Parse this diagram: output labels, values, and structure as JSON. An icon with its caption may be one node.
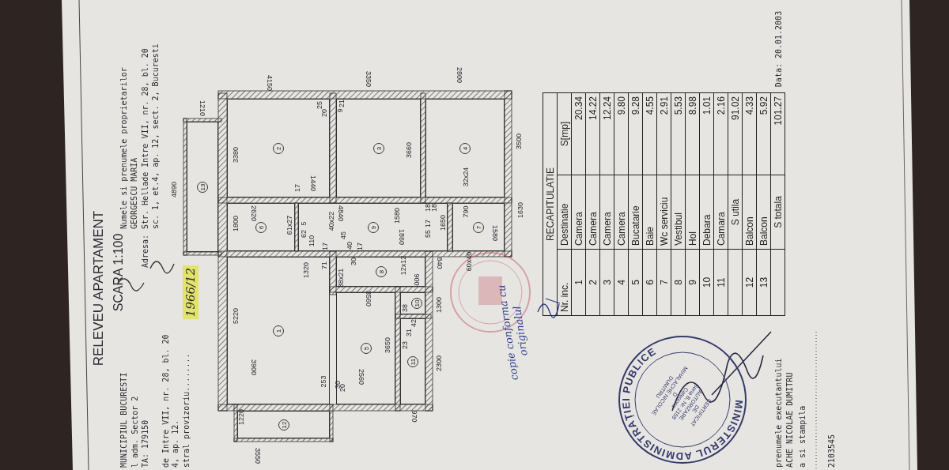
{
  "diagram": {
    "title": "RELEVEU APARTAMENT",
    "nodes": [
      {
        "text": [
          "1"
        ]
      },
      {
        "text": [
          "2"
        ]
      },
      {
        "text": [
          "3"
        ]
      },
      {
        "text": [
          "4"
        ]
      },
      {
        "text": [
          "5"
        ]
      },
      {
        "text": [
          "6"
        ]
      },
      {
        "text": [
          "7"
        ]
      },
      {
        "text": [
          "8"
        ]
      },
      {
        "text": [
          "9"
        ]
      },
      {
        "text": [
          "10"
        ]
      },
      {
        "text": [
          "11"
        ]
      },
      {
        "text": [
          "12"
        ]
      },
      {
        "text": [
          "13"
        ]
      }
    ],
    "edges": [],
    "labels": [
      "SCARA 1:100",
      "MUNICIPIUL BUCURESTI",
      "l adm. Sector 2",
      "TA: 179150",
      "de Intre VII, nr. 28, bl. 20",
      "4, ap. 12.",
      "stral provizoriu........",
      "1966/12",
      "Numele si prenumele proprietarilor",
      "GEORGESCU MARIA",
      "Adresa:",
      "Str. Hellade Intre VII, nr. 28, bl. 20",
      "sc. 1, et.4, ap. 12, sect. 2, Bucuresti",
      "4150",
      "3350",
      "2800",
      "1210",
      "4890",
      "3380",
      "2620",
      "1800",
      "5220",
      "3900",
      "1220",
      "3550",
      "25",
      "20",
      "9",
      "21",
      "1440",
      "17",
      "61x27",
      "5",
      "62",
      "110",
      "40x22",
      "45",
      "4840",
      "1320",
      "17",
      "71",
      "38x21",
      "40",
      "30",
      "17",
      "3560",
      "253",
      "30",
      "20",
      "3650",
      "2560",
      "3660",
      "1580",
      "1860",
      "12x12",
      "900",
      "38",
      "42",
      "31",
      "23",
      "1300",
      "2300",
      "970",
      "18",
      "18",
      "17",
      "55",
      "1650",
      "840",
      "60x40",
      "32x24",
      "790",
      "1580",
      "1630",
      "3500",
      "copie conforma cu originalul",
      "RECAPITULATIE",
      "Nr. inc.",
      "Destinatie",
      "S[mp]",
      "1",
      "Camera",
      "20.34",
      "2",
      "Camera",
      "14.22",
      "3",
      "Camera",
      "12.24",
      "4",
      "Camera",
      "9.80",
      "5",
      "Bucatarie",
      "9.28",
      "6",
      "Baie",
      "4.55",
      "7",
      "Wc serviciu",
      "2.91",
      "8",
      "Vestibul",
      "5.53",
      "9",
      "Hol",
      "8.98",
      "10",
      "Debara",
      "1.01",
      "11",
      "Camara",
      "2.16",
      "S utila",
      "91.02",
      "12",
      "Balcon",
      "4.33",
      "13",
      "Balcon",
      "5.92",
      "S totala",
      "101.27",
      "Data: 20.01.2003",
      "prenumele executantului",
      "ACHE NICOLAE DUMITRU",
      "a si stampila",
      "2103545",
      "MINISTERUL ADMINISTRAȚIEI PUBLICE",
      "CERTIFICAT",
      "DE",
      "AUTORIZARE",
      "Seria B, Nr. 2158",
      "Categoria",
      "D",
      "MIHALACHE NICOLAE",
      "DUMITRU"
    ]
  }
}
